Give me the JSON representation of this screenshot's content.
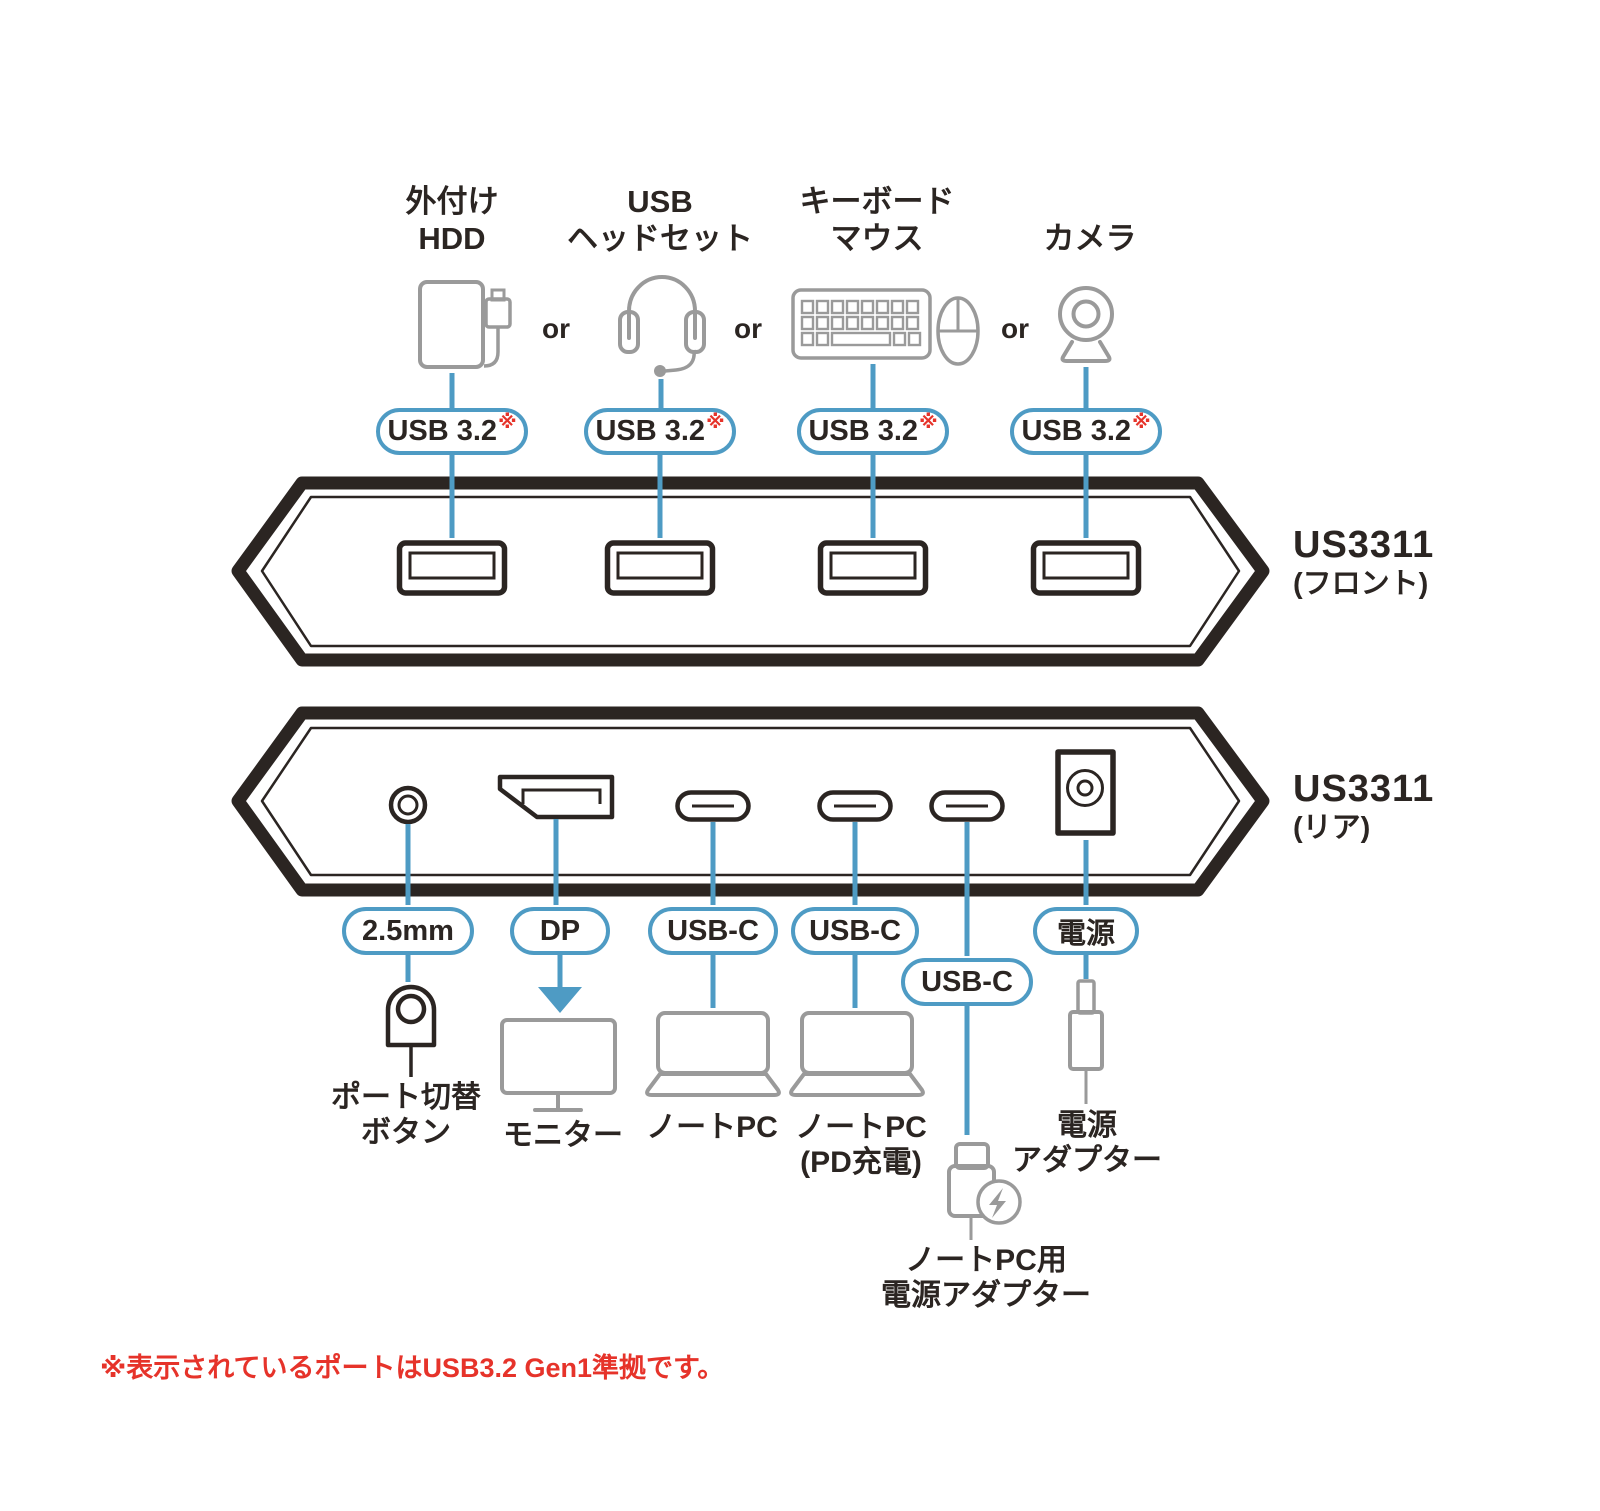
{
  "colors": {
    "accent_blue": "#4e9bc4",
    "ink": "#2b2522",
    "icon_gray": "#9a9a9a",
    "alert_red": "#e6332a"
  },
  "or_label": "or",
  "usb_pill": {
    "label": "USB 3.2",
    "mark": "※"
  },
  "top_devices": {
    "hdd": {
      "line1": "外付け",
      "line2": "HDD"
    },
    "headset": {
      "line1": "USB",
      "line2": "ヘッドセット"
    },
    "keyboard_mouse": {
      "line1": "キーボード",
      "line2": "マウス"
    },
    "camera": {
      "line1": "",
      "line2": "カメラ"
    }
  },
  "front_panel": {
    "model": "US3311",
    "view": "(フロント)"
  },
  "rear_panel": {
    "model": "US3311",
    "view": "(リア)"
  },
  "rear_pills": {
    "audio": "2.5mm",
    "displayport": "DP",
    "usbc_1": "USB-C",
    "usbc_2": "USB-C",
    "usbc_3": "USB-C",
    "power": "電源"
  },
  "bottom_labels": {
    "port_switch": {
      "line1": "ポート切替",
      "line2": "ボタン"
    },
    "monitor": "モニター",
    "laptop": "ノートPC",
    "laptop_pd": {
      "line1": "ノートPC",
      "line2": "(PD充電)"
    },
    "power_adapter": {
      "line1": "電源",
      "line2": "アダプター"
    },
    "laptop_power_adapter": {
      "line1": "ノートPC用",
      "line2": "電源アダプター"
    }
  },
  "footnote": "※表示されているポートはUSB3.2 Gen1準拠です。"
}
